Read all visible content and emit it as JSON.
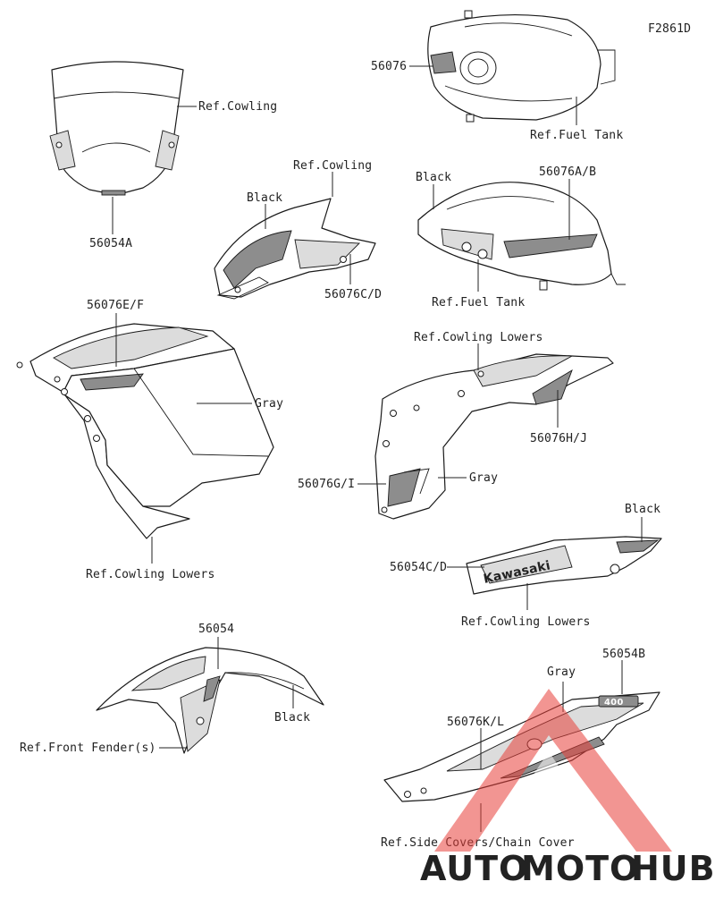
{
  "figure_code": "F2861D",
  "labels": {
    "part_56076": "56076",
    "ref_fuel_tank_top": "Ref.Fuel Tank",
    "ref_cowling_windshield": "Ref.Cowling",
    "part_56054A": "56054A",
    "ref_cowling_mid": "Ref.Cowling",
    "black_mid": "Black",
    "part_56076CD": "56076C/D",
    "black_tank_side": "Black",
    "part_56076AB": "56076A/B",
    "ref_fuel_tank_side": "Ref.Fuel Tank",
    "part_56076EF": "56076E/F",
    "gray_left": "Gray",
    "ref_cowling_lowers_left": "Ref.Cowling Lowers",
    "ref_cowling_lowers_right_top": "Ref.Cowling Lowers",
    "part_56076HJ": "56076H/J",
    "part_56076GI": "56076G/I",
    "gray_right": "Gray",
    "black_lower": "Black",
    "part_56054CD": "56054C/D",
    "ref_cowling_lowers_bottom": "Ref.Cowling Lowers",
    "part_56054": "56054",
    "black_fender": "Black",
    "ref_front_fender": "Ref.Front Fender(s)",
    "gray_tail": "Gray",
    "part_56054B": "56054B",
    "part_56076KL": "56076K/L",
    "ref_side_covers": "Ref.Side Covers/Chain Cover"
  },
  "decal_text": {
    "kawasaki": "Kawasaki",
    "tail_badge": "400"
  },
  "watermark": {
    "part1": "AUTO",
    "part2": "MOTO",
    "part3": "HUB",
    "color_gradient_start": "#f2a83c",
    "color_gradient_end": "#ee5a4a",
    "color_hub": "#4a4a4a",
    "logo_color": "#e8403a"
  }
}
